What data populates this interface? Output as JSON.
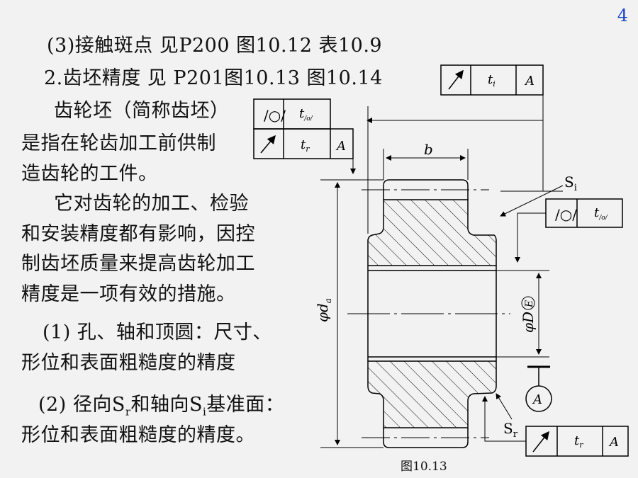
{
  "page_number": "4",
  "lines": {
    "l1": "(3)接触斑点  见P200 图10.12 表10.9",
    "l2": "2.齿坯精度  见 P201图10.13 图10.14",
    "p1a": "齿轮坯（简称齿坯）",
    "p1b": "是指在轮齿加工前供制",
    "p1c": "造齿轮的工件。",
    "p2a": "它对齿轮的加工、检验",
    "p2b": "和安装精度都有影响，因控",
    "p2c": "制齿坯质量来提高齿轮加工",
    "p2d": "精度是一项有效的措施。",
    "i1a": "(1) 孔、轴和顶圆：尺寸、",
    "i1b": "形位和表面粗糙度的精度",
    "i2a_pre": "(2) 径向S",
    "i2a_sub1": "r",
    "i2a_mid": "和轴向S",
    "i2a_sub2": "i",
    "i2a_post": "基准面：",
    "i2b": "形位和表面粗糙度的精度。"
  },
  "figure": {
    "caption": "图10.13",
    "labels": {
      "b": "b",
      "si": "S",
      "si_sub": "i",
      "sr": "S",
      "sr_sub": "r",
      "da": "φd",
      "da_sub": "a",
      "dE": "φD",
      "dE_circ": "E",
      "datum": "A"
    },
    "fcf_top": {
      "tol": "t",
      "tol_sub": "i",
      "datum": "A"
    },
    "fcf_left_upper": {
      "tol": "t",
      "tol_sub": "/o/"
    },
    "fcf_left_lower": {
      "tol": "t",
      "tol_sub": "r",
      "datum": "A"
    },
    "fcf_right_mid": {
      "tol": "t",
      "tol_sub": "/o/"
    },
    "fcf_bottom": {
      "tol": "t",
      "tol_sub": "r",
      "datum": "A"
    }
  }
}
